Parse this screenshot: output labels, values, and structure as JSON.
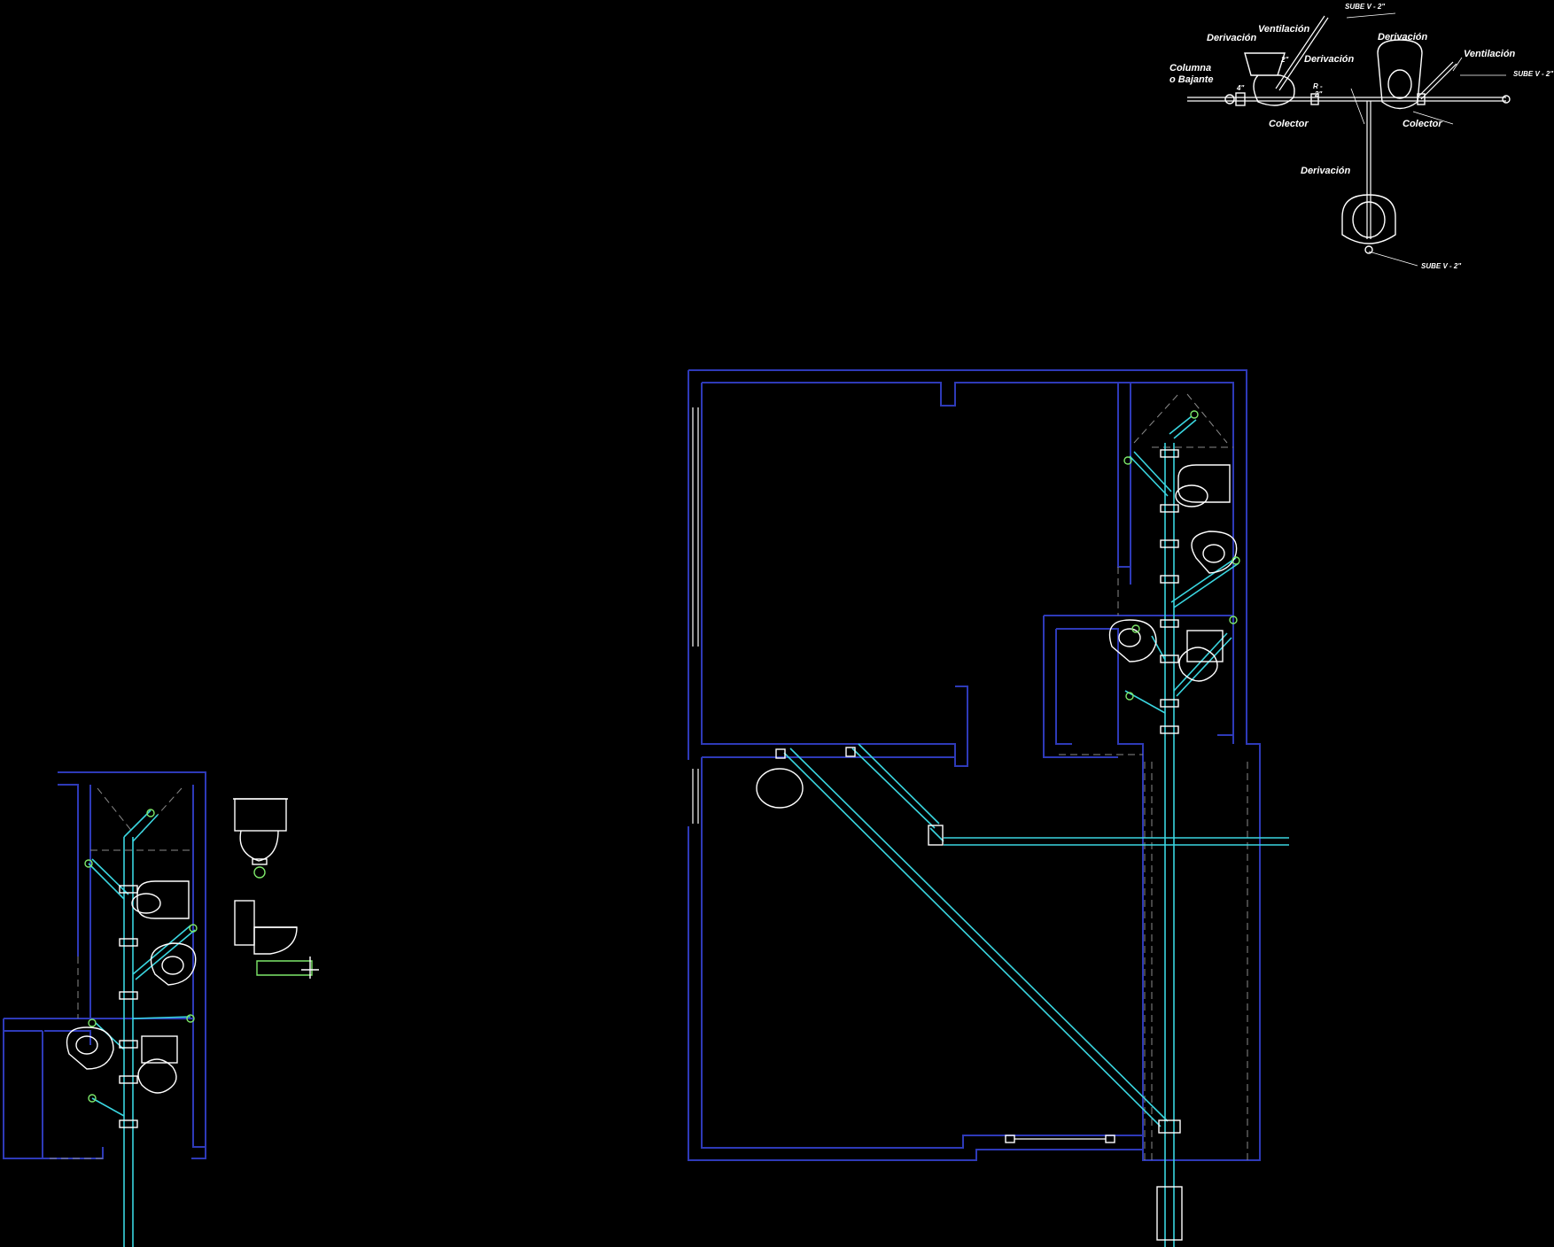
{
  "detail_labels": {
    "sube_top": "SUBE V - 2\"",
    "sube_right": "SUBE V - 2\"",
    "sube_bottom": "SUBE V - 2\"",
    "ventilacion_1": "Ventilación",
    "ventilacion_2": "Ventilación",
    "derivacion_1": "Derivación",
    "derivacion_2": "Derivación",
    "derivacion_3": "Derivación",
    "derivacion_4": "Derivación",
    "columna_line1": "Columna",
    "columna_line2": "o Bajante",
    "colector_1": "Colector",
    "colector_2": "Colector",
    "dim_2in": "2\"",
    "dim_4in": "4\"",
    "dim_r": "R -",
    "dim_r2": "2\""
  },
  "colors": {
    "background": "#000000",
    "walls": "#2e3ab8",
    "pipes": "#3ad6e0",
    "fixtures": "#ffffff",
    "fittings": "#7de86a"
  }
}
